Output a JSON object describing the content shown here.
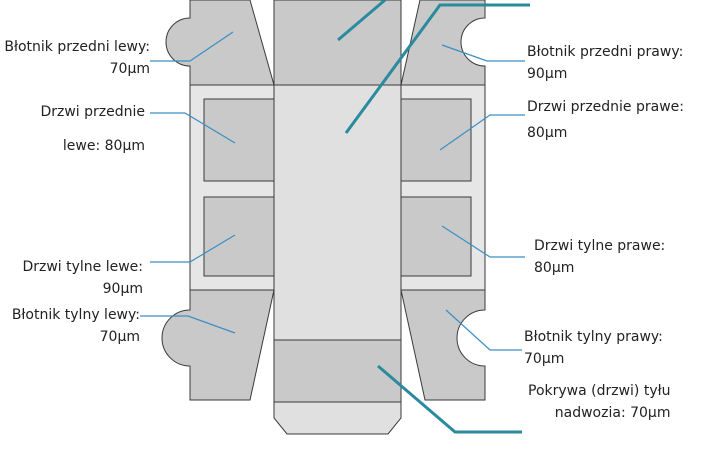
{
  "labels": {
    "front_fender_left": {
      "line1": "Błotnik przedni lewy:",
      "line2": "70μm"
    },
    "front_door_left": {
      "line1": "Drzwi przednie",
      "line2": "lewe: 80μm"
    },
    "rear_door_left": {
      "line1": "Drzwi tylne lewe:",
      "line2": "90μm"
    },
    "rear_fender_left": {
      "line1": "Błotnik tylny lewy:",
      "line2": "70μm"
    },
    "front_fender_right": {
      "line1": "Błotnik przedni prawy:",
      "line2": "90μm"
    },
    "front_door_right": {
      "line1": "Drzwi przednie prawe:",
      "line2": "80μm"
    },
    "rear_door_right": {
      "line1": "Drzwi tylne prawe:",
      "line2": "80μm"
    },
    "rear_fender_right": {
      "line1": "Błotnik tylny prawy:",
      "line2": "70μm"
    },
    "trunk_lid": {
      "line1": "Pokrywa (drzwi) tyłu",
      "line2": "nadwozia: 70μm"
    }
  },
  "colors": {
    "panel_dark": "#c9c9c9",
    "panel_mid": "#d4d4d4",
    "panel_light": "#e0e0e0",
    "outline": "#3a3a3a",
    "leader_thin": "#3a8fc4",
    "leader_thick": "#2a8a9e"
  }
}
